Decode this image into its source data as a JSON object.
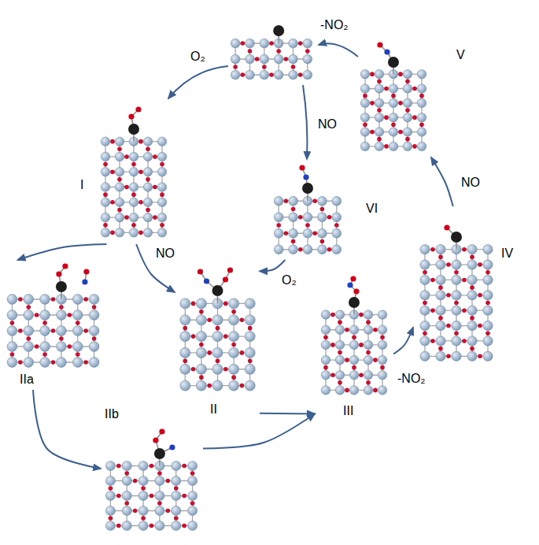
{
  "diagram": {
    "nodes": [
      {
        "text": [
          "I"
        ]
      },
      {
        "text": [
          "II"
        ]
      },
      {
        "text": [
          "IIa"
        ]
      },
      {
        "text": [
          "IIb"
        ]
      },
      {
        "text": [
          "III"
        ]
      },
      {
        "text": [
          "IV"
        ]
      },
      {
        "text": [
          "V"
        ]
      },
      {
        "text": [
          "VI"
        ]
      }
    ],
    "edges": [
      {
        "from": 0,
        "to": 2,
        "arrow": "to"
      },
      {
        "from": 0,
        "to": 1,
        "label": "NO",
        "arrow": "to"
      },
      {
        "from": 2,
        "to": 3,
        "arrow": "to"
      },
      {
        "from": 3,
        "to": 4,
        "arrow": "to"
      },
      {
        "from": 1,
        "to": 4,
        "arrow": "to"
      },
      {
        "from": 4,
        "to": 5,
        "label": "-NO₂",
        "arrow": "to"
      },
      {
        "from": 5,
        "to": 6,
        "label": "NO",
        "arrow": "to"
      },
      {
        "from": 7,
        "to": 1,
        "label": "O₂",
        "arrow": "to"
      }
    ],
    "labels": [
      "-NO₂",
      "O₂",
      "NO"
    ]
  }
}
